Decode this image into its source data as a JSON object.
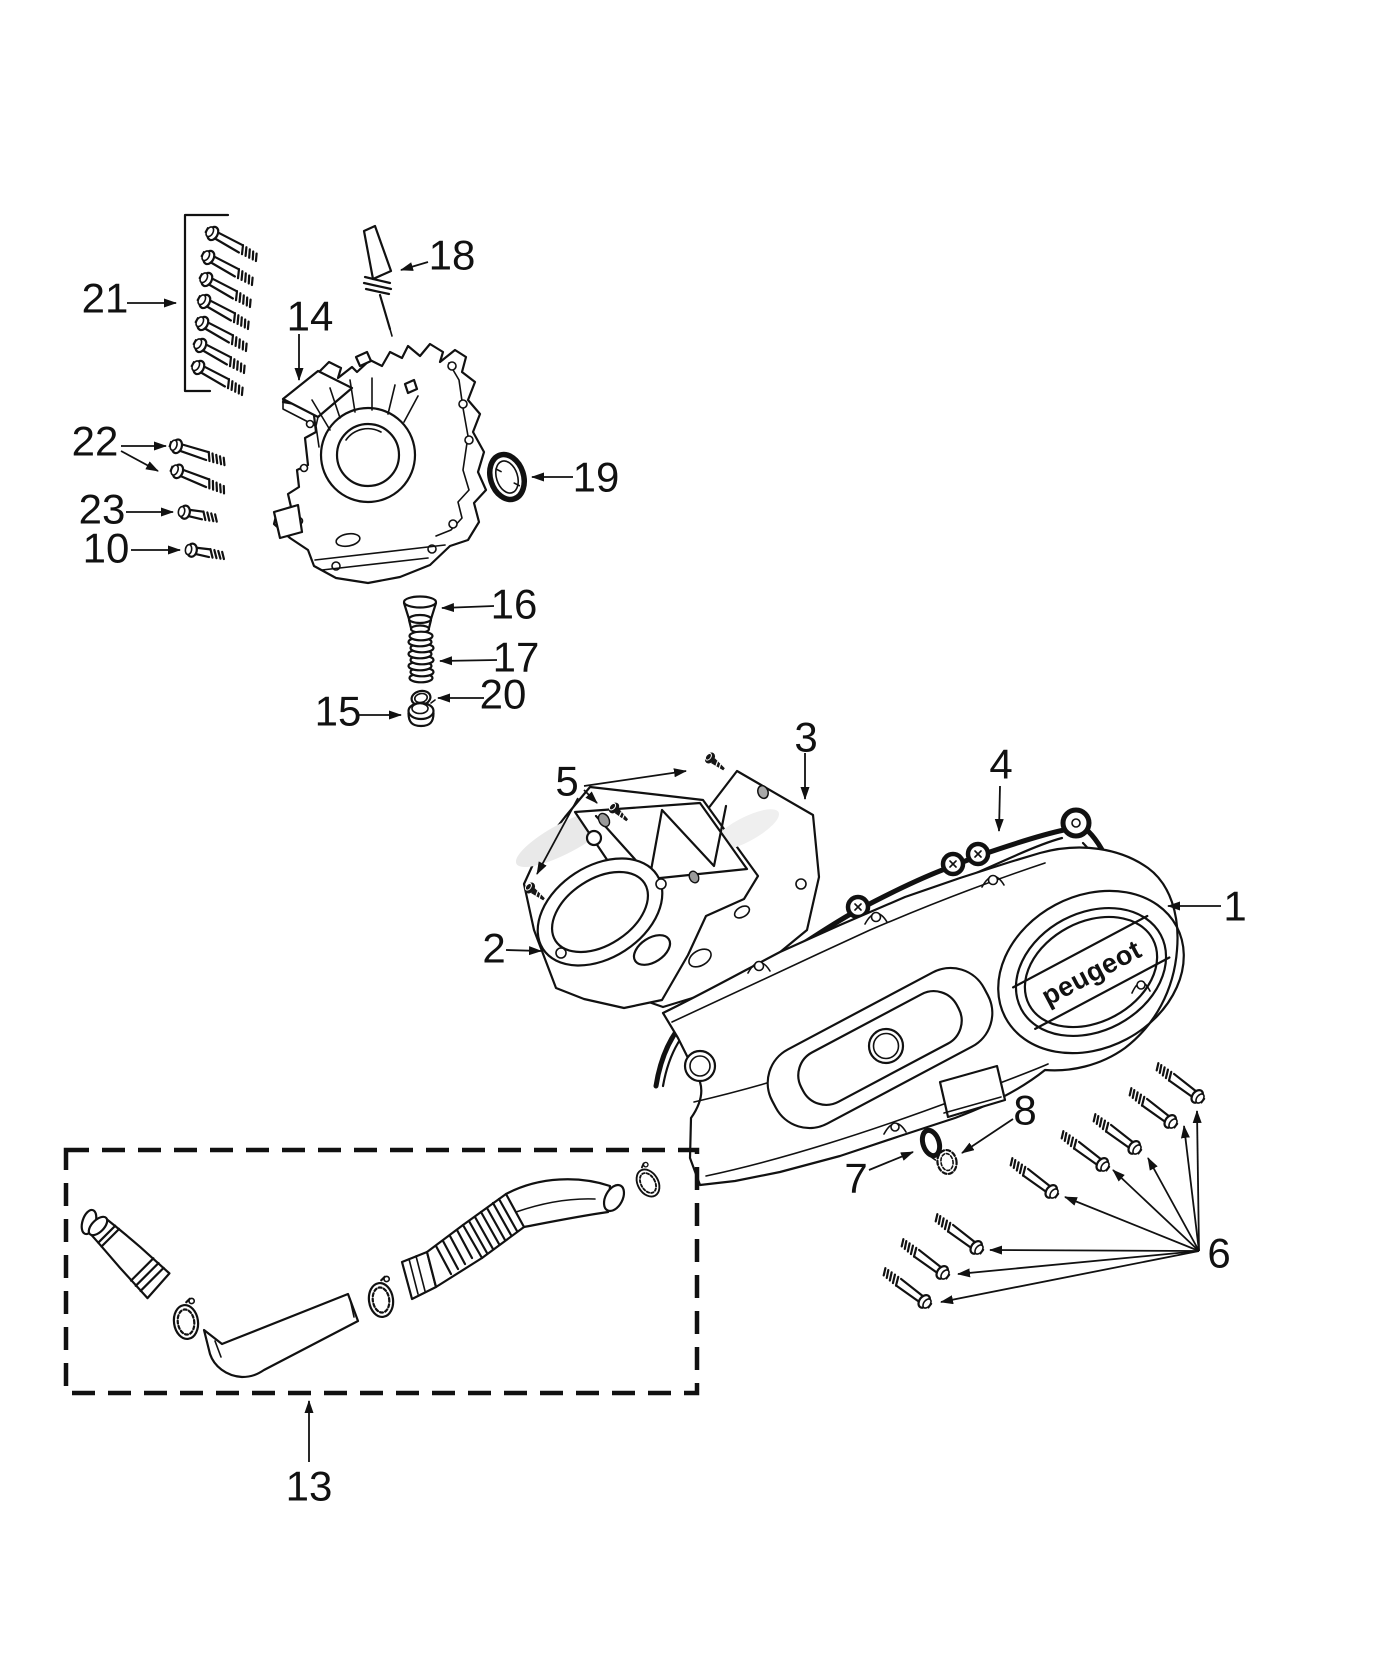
{
  "figure": {
    "type": "exploded-parts-diagram",
    "colors": {
      "background": "#ffffff",
      "line": "#111111"
    },
    "logo": {
      "text": "peugeot"
    },
    "callouts": {
      "c1": "1",
      "c2": "2",
      "c3": "3",
      "c4": "4",
      "c5": "5",
      "c6": "6",
      "c7": "7",
      "c8": "8",
      "c10": "10",
      "c13": "13",
      "c14": "14",
      "c15": "15",
      "c16": "16",
      "c17": "17",
      "c18": "18",
      "c19": "19",
      "c20": "20",
      "c21": "21",
      "c22": "22",
      "c23": "23"
    }
  }
}
